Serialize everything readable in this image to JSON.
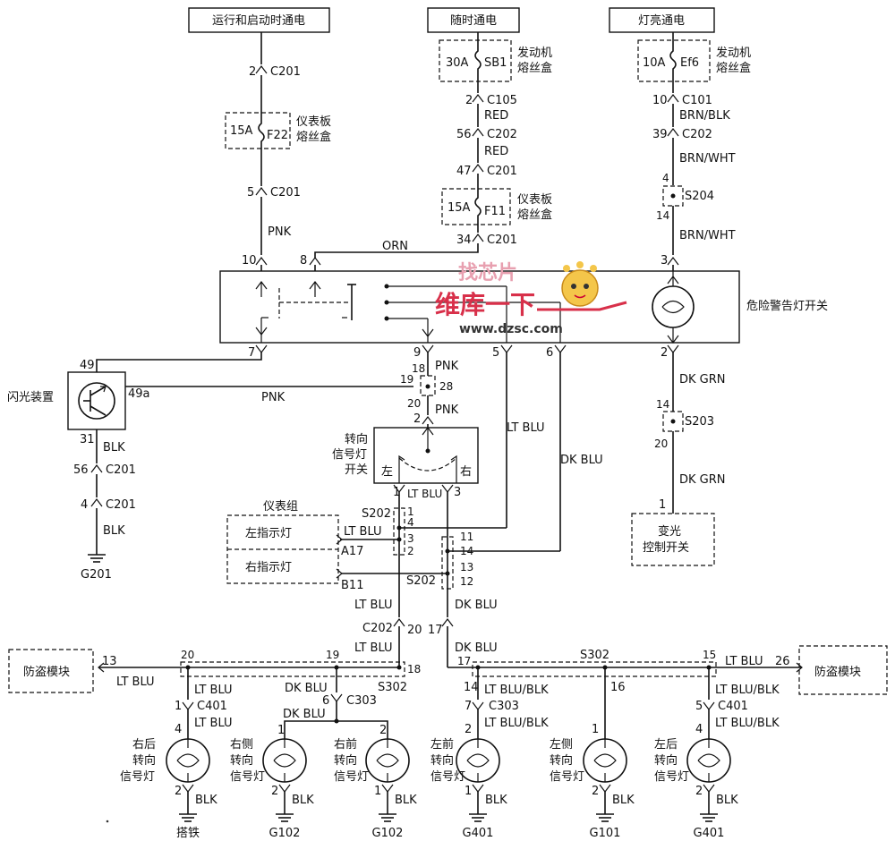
{
  "power": {
    "run_start": "运行和启动时通电",
    "always": "随时通电",
    "lamp_on": "灯亮通电"
  },
  "fuses": {
    "engine_box": "发动机\n熔丝盒",
    "ip_box": "仪表板\n熔丝盒",
    "sb1_amp": "30A",
    "sb1": "SB1",
    "ef6_amp": "10A",
    "ef6": "Ef6",
    "f22_amp": "15A",
    "f22": "F22",
    "f11_amp": "15A",
    "f11": "F11"
  },
  "connectors": {
    "c201": "C201",
    "c105": "C105",
    "c202": "C202",
    "c101": "C101",
    "c303": "C303",
    "c401": "C401",
    "s204": "S204",
    "s203": "S203",
    "s202": "S202",
    "s302": "S302"
  },
  "wires": {
    "pnk": "PNK",
    "red": "RED",
    "orn": "ORN",
    "blk": "BLK",
    "brn_blk": "BRN/BLK",
    "brn_wht": "BRN/WHT",
    "dk_grn": "DK GRN",
    "lt_blu": "LT BLU",
    "dk_blu": "DK BLU",
    "lt_blu_blk": "LT BLU/BLK"
  },
  "components": {
    "hazard_switch": "危险警告灯开关",
    "flasher": "闪光装置",
    "turn_switch": "转向\n信号灯\n开关",
    "left": "左",
    "right": "右",
    "cluster": "仪表组",
    "left_indicator": "左指示灯",
    "right_indicator": "右指示灯",
    "dimmer_switch": "变光\n控制开关",
    "immobilizer": "防盗模块",
    "rr_lamp": "右后\n转向\n信号灯",
    "rs_lamp": "右侧\n转向\n信号灯",
    "rf_lamp": "右前\n转向\n信号灯",
    "lf_lamp": "左前\n转向\n信号灯",
    "ls_lamp": "左侧\n转向\n信号灯",
    "lr_lamp": "左后\n转向\n信号灯"
  },
  "grounds": {
    "g201": "G201",
    "g102": "G102",
    "g401": "G401",
    "g101": "G101",
    "body": "搭铁"
  },
  "pins": {
    "a17": "A17",
    "b11": "B11",
    "f49": "49",
    "f49a": "49a",
    "f31": "31"
  },
  "watermark": {
    "line1": "找芯片",
    "line2": "维库一下",
    "url": "www.dzsc.com"
  }
}
